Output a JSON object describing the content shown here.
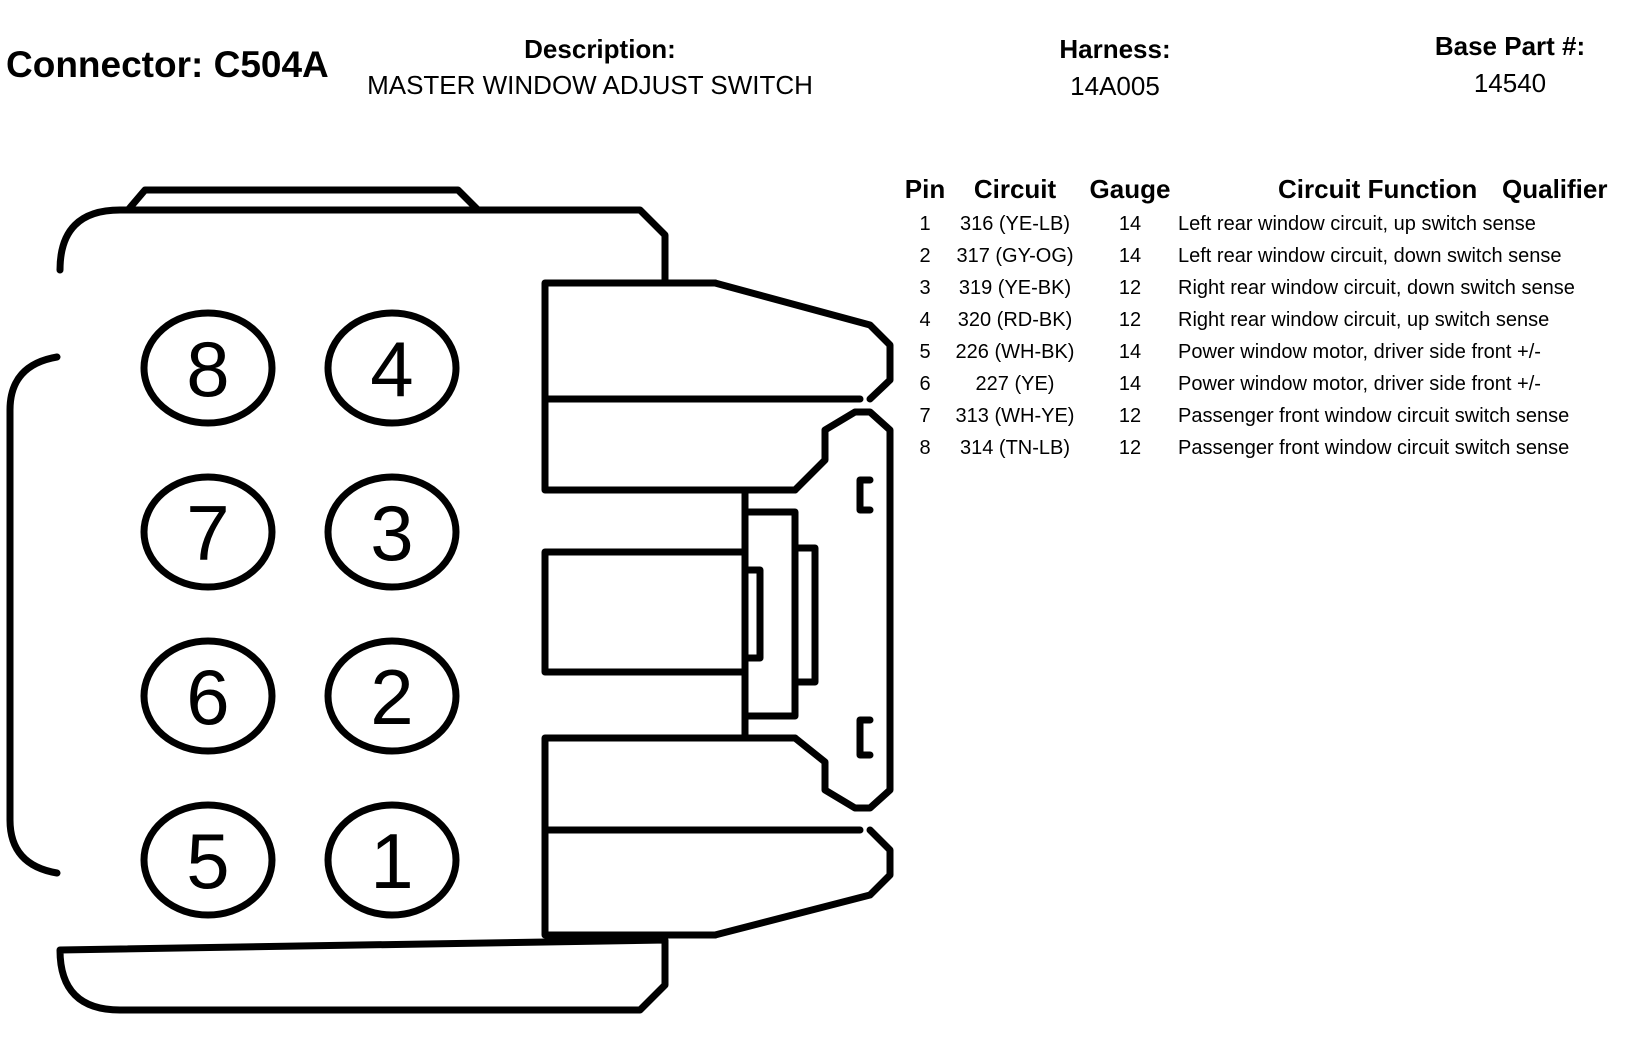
{
  "header": {
    "connector": "Connector: C504A",
    "description_label": "Description:",
    "description_value": "MASTER WINDOW ADJUST SWITCH",
    "harness_label": "Harness:",
    "harness_value": "14A005",
    "base_part_label": "Base Part #:",
    "base_part_value": "14540"
  },
  "connector_pins": [
    "8",
    "4",
    "7",
    "3",
    "6",
    "2",
    "5",
    "1"
  ],
  "table": {
    "headers": {
      "pin": "Pin",
      "circuit": "Circuit",
      "gauge": "Gauge",
      "function": "Circuit Function",
      "qualifier": "Qualifier"
    },
    "rows": [
      {
        "pin": "1",
        "circuit": "316 (YE-LB)",
        "gauge": "14",
        "function": "Left rear window circuit, up switch sense"
      },
      {
        "pin": "2",
        "circuit": "317 (GY-OG)",
        "gauge": "14",
        "function": "Left rear window circuit, down switch sense"
      },
      {
        "pin": "3",
        "circuit": "319 (YE-BK)",
        "gauge": "12",
        "function": "Right rear window circuit, down switch sense"
      },
      {
        "pin": "4",
        "circuit": "320 (RD-BK)",
        "gauge": "12",
        "function": "Right rear window circuit, up switch sense"
      },
      {
        "pin": "5",
        "circuit": "226 (WH-BK)",
        "gauge": "14",
        "function": "Power window motor, driver side front +/-"
      },
      {
        "pin": "6",
        "circuit": "227 (YE)",
        "gauge": "14",
        "function": "Power window motor, driver side front +/-"
      },
      {
        "pin": "7",
        "circuit": "313 (WH-YE)",
        "gauge": "12",
        "function": "Passenger front window circuit switch sense"
      },
      {
        "pin": "8",
        "circuit": "314 (TN-LB)",
        "gauge": "12",
        "function": "Passenger front window circuit switch sense"
      }
    ]
  }
}
